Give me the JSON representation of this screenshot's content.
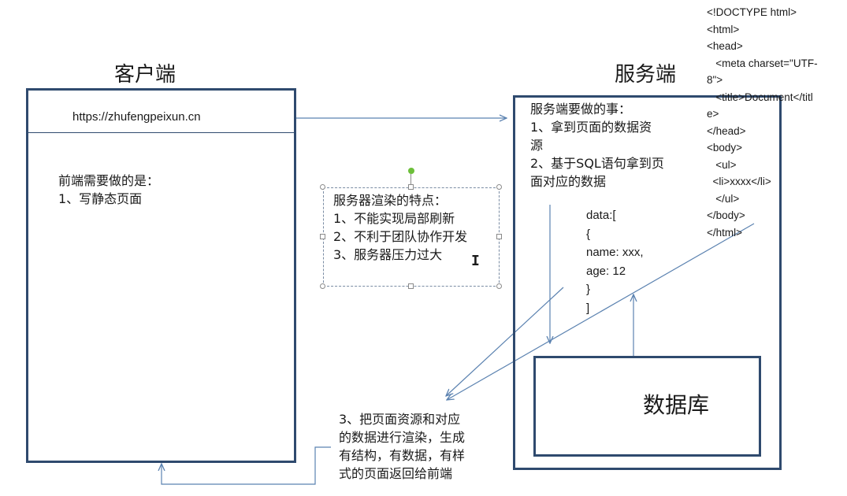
{
  "client": {
    "title": "客户端",
    "url": "https://zhufengpeixun.cn",
    "text_title": "前端需要做的是：",
    "text_item1": "1、写静态页面"
  },
  "server": {
    "title": "服务端",
    "text": "服务端要做的事：\n1、拿到页面的数据资\n源\n2、基于SQL语句拿到页\n面对应的数据",
    "data_text": "data:[\n{\nname: xxx,\nage: 12\n}\n]",
    "db_label": "数据库"
  },
  "ssr_note": {
    "text": "服务器渲染的特点：\n1、不能实现局部刷新\n2、不利于团队协作开发\n3、服务器压力过大"
  },
  "render_note": {
    "text": "3、把页面资源和对应\n的数据进行渲染，生成\n有结构，有数据，有样\n式的页面返回给前端"
  },
  "html_code": {
    "text": "<!DOCTYPE html>\n<html>\n<head>\n   <meta charset=\"UTF-\n8\">\n   <title>Document</titl\ne>\n</head>\n<body>\n   <ul>\n  <li>xxxx</li>\n   </ul>\n</body>\n</html>"
  },
  "colors": {
    "box_border": "#2f4a6e",
    "arrow": "#5b82b0",
    "handle_green": "#6cbf3a"
  }
}
